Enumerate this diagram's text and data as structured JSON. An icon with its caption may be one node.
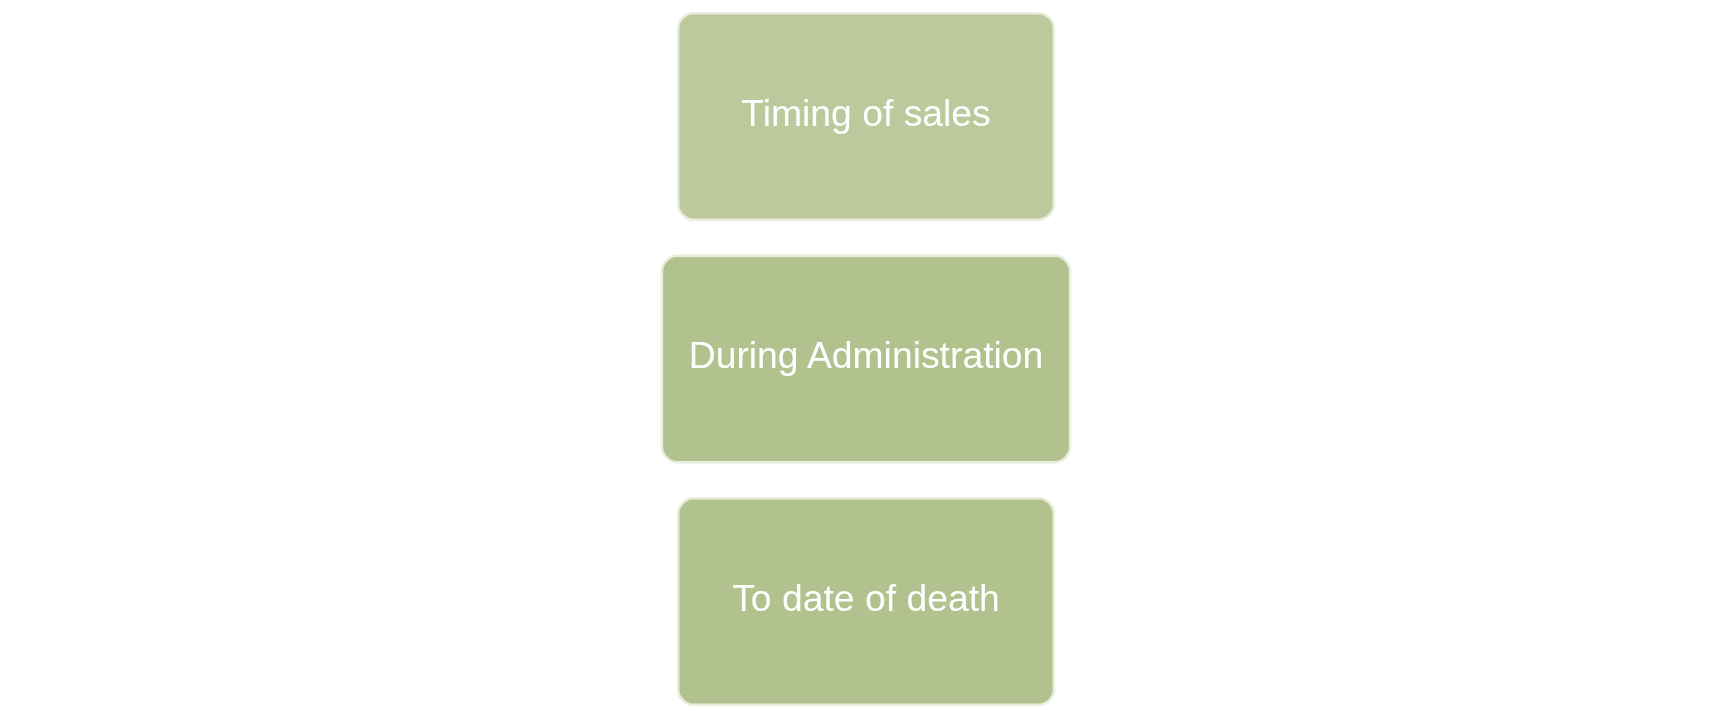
{
  "diagram": {
    "nodes": [
      {
        "text": [
          "To date of death"
        ]
      },
      {
        "text": [
          "During Administration"
        ]
      },
      {
        "text": [
          "Timing of sales"
        ]
      }
    ]
  }
}
